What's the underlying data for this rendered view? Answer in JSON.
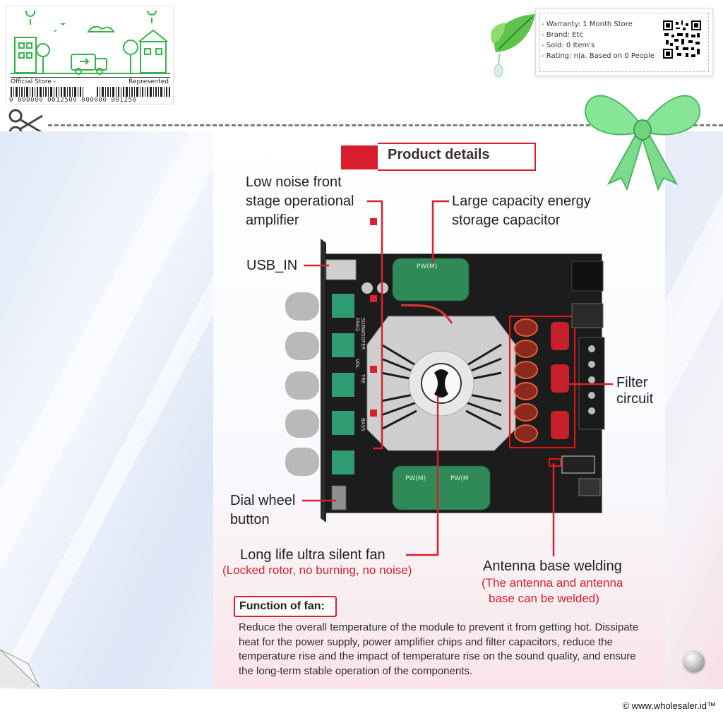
{
  "store_badge": {
    "left_label": "Official Store -",
    "right_label": "Represented",
    "barcode_number": "0  000000  0012500  000000  001250"
  },
  "info_card": {
    "lines": [
      "- Warranty: 1 Month Store",
      "- Brand: Etc",
      "- Sold: 0 Item's",
      "- Rating: n|a. Based on 0 People"
    ]
  },
  "product": {
    "section_title": "Product details",
    "labels": {
      "low_noise": [
        "Low noise front",
        "stage operational",
        "amplifier"
      ],
      "capacitor": [
        "Large capacity energy",
        "storage capacitor"
      ],
      "usb": "USB_IN",
      "filter": [
        "Filter",
        "circuit"
      ],
      "dial": [
        "Dial wheel",
        "button"
      ],
      "fan": "Long life ultra silent fan",
      "fan_note": "(Locked rotor, no burning, no noise)",
      "antenna": "Antenna base welding",
      "antenna_note": [
        "(The antenna and antenna",
        "base can be welded)"
      ]
    },
    "board_markings": {
      "capacitor_top": "PW(M)",
      "capacitor_bottom_a": "PW(M)",
      "capacitor_bottom_b": "PW(M",
      "knob_labels": [
        "FREQ",
        "SUBWOOFER",
        "VOL",
        "TRE",
        "BASS"
      ]
    },
    "fan_function": {
      "heading": "Function of fan:",
      "text": "Reduce the overall temperature of the module to prevent it from getting hot. Dissipate heat for the power supply, power amplifier chips and filter capacitors, reduce the temperature rise and the impact of temperature rise on the sound quality, and ensure the long-term stable operation of the components."
    }
  },
  "footer": {
    "copyright": "© www.wholesaler.id™"
  },
  "colors": {
    "accent_red": "#d81e2c",
    "pcb": "#1c1c1c",
    "capacitor_green": "#2f8a58",
    "bow_green": "#7fe08e"
  },
  "icons": [
    "scissors-icon",
    "leaf-icon",
    "bow-icon",
    "qr-code-icon",
    "page-curl-icon",
    "sphere-icon",
    "store-illustration-icon"
  ]
}
